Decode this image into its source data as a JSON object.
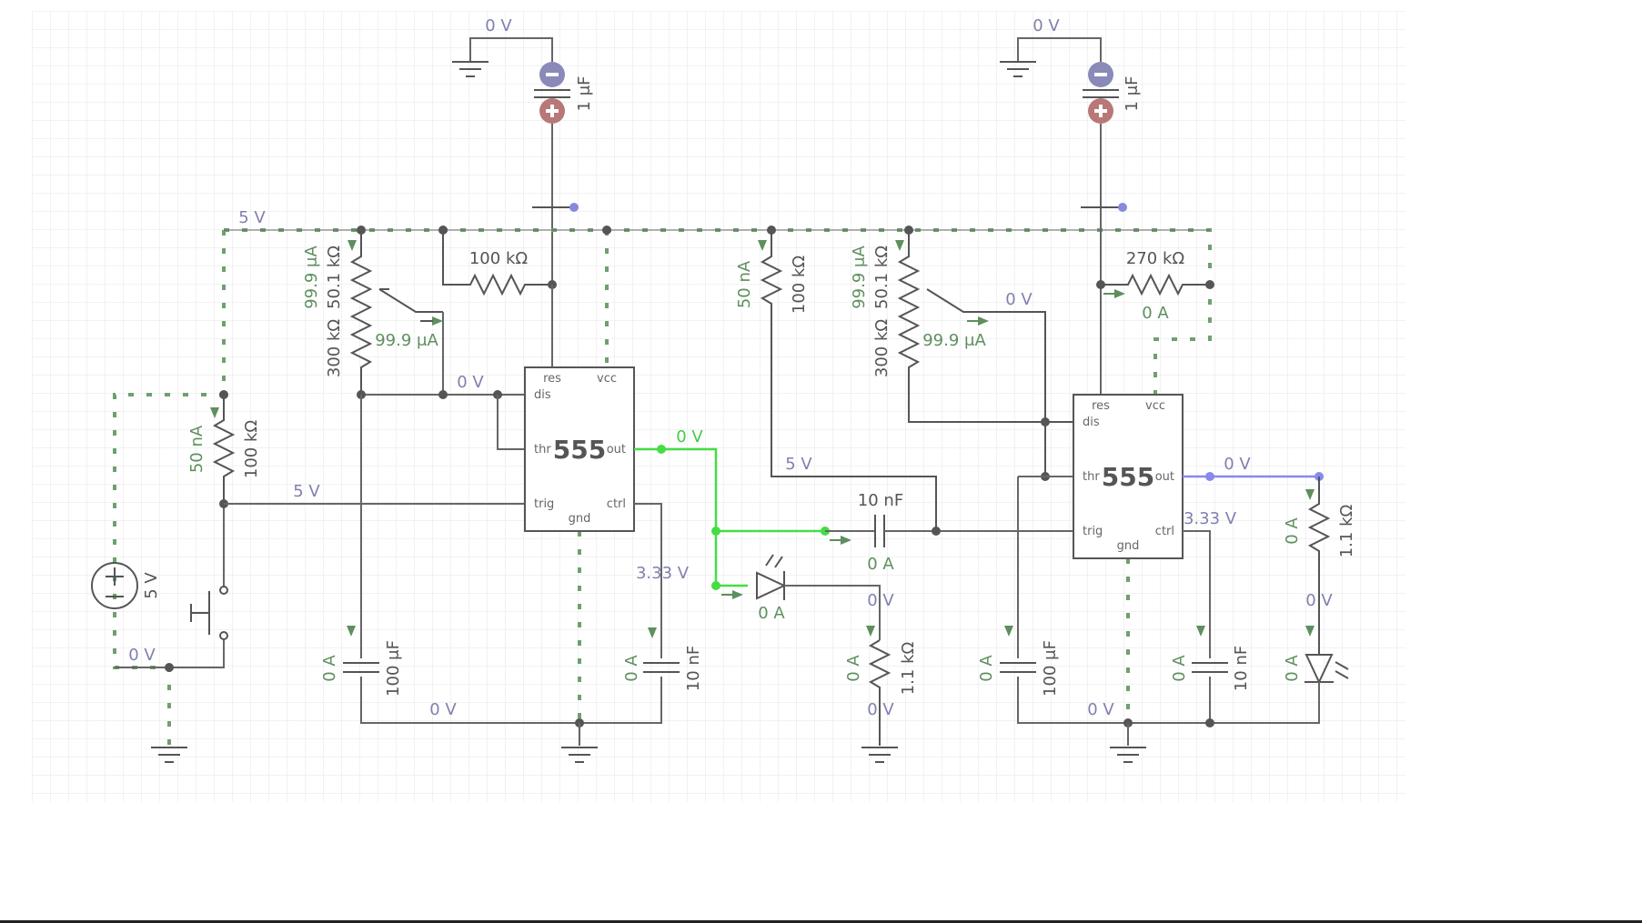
{
  "colors": {
    "grid": "#e6e6e6",
    "wire": "#666666",
    "positive": "#6fa06f",
    "active": "#44dd44",
    "output": "#8888ee"
  },
  "voltages": {
    "top_left_ground": "0 V",
    "top_right_ground": "0 V",
    "rail_5v": "5 V",
    "mid_5v": "5 V",
    "dis_left": "0 V",
    "out_left": "0 V",
    "ctrl_left": "3.33 V",
    "bottom_left": "0 V",
    "batt_0v": "0 V",
    "pot2_0v": "0 V",
    "trig_right_5v": "5 V",
    "led_node": "0 V",
    "r_bottom": "0 V",
    "out_right": "0 V",
    "ctrl_right": "3.33 V",
    "led_right_node": "0 V",
    "bottom_right": "0 V"
  },
  "components": {
    "cap_top_left": "1 μF",
    "cap_top_right": "1 μF",
    "r_100k_top": "100 kΩ",
    "r_270k": "270 kΩ",
    "pot_left_a": "50.1 kΩ",
    "pot_left_b": "300 kΩ",
    "pot_left_i": "99.9 μA",
    "pot_left_wiper_i": "99.9 μA",
    "pot_right_a": "50.1 kΩ",
    "pot_right_b": "300 kΩ",
    "pot_right_i": "99.9 μA",
    "pot_right_wiper_i": "99.9 μA",
    "r_100k_mid": "100 kΩ",
    "r_100k_mid_i": "50 nA",
    "r_100k_left": "100 kΩ",
    "r_100k_left_i": "50 nA",
    "battery": "5 V",
    "cap_100uf_left": "100 μF",
    "cap_100uf_left_i": "0 A",
    "cap_10nf_left": "10 nF",
    "cap_10nf_left_i": "0 A",
    "cap_10nf_couple": "10 nF",
    "cap_10nf_couple_i": "0 A",
    "led_left_i": "0 A",
    "r_1k1_left": "1.1 kΩ",
    "r_1k1_left_i": "0 A",
    "cap_100uf_right": "100 μF",
    "cap_100uf_right_i": "0 A",
    "cap_10nf_right": "10 nF",
    "cap_10nf_right_i": "0 A",
    "r_1k1_right": "1.1 kΩ",
    "r_1k1_right_i": "0 A",
    "led_right_i": "0 A",
    "r_270k_i": "0 A"
  },
  "chip_left": {
    "name": "555",
    "res": "res",
    "vcc": "vcc",
    "dis": "dis",
    "thr": "thr",
    "out": "out",
    "trig": "trig",
    "ctrl": "ctrl",
    "gnd": "gnd"
  },
  "chip_right": {
    "name": "555",
    "res": "res",
    "vcc": "vcc",
    "dis": "dis",
    "thr": "thr",
    "out": "out",
    "trig": "trig",
    "ctrl": "ctrl",
    "gnd": "gnd"
  }
}
